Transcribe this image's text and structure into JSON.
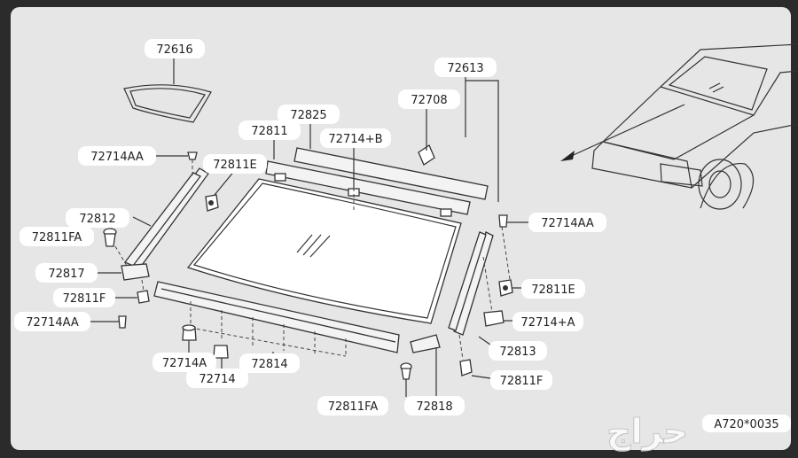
{
  "diagram": {
    "labels": {
      "p72616": "72616",
      "p72613": "72613",
      "p72708": "72708",
      "p72825": "72825",
      "p72811": "72811",
      "p72714B": "72714+B",
      "p72714AA_1": "72714AA",
      "p72811E_1": "72811E",
      "p72812": "72812",
      "p72811FA_1": "72811FA",
      "p72817": "72817",
      "p72811F_1": "72811F",
      "p72714AA_2": "72714AA",
      "p72714A_L": "72714A",
      "p72714": "72714",
      "p72814": "72814",
      "p72714AA_3": "72714AA",
      "p72811E_2": "72811E",
      "p72714A_R": "72714+A",
      "p72813": "72813",
      "p72811F_2": "72811F",
      "p72811FA_2": "72811FA",
      "p72818": "72818"
    },
    "figure_code": "A720*0035",
    "watermark": "حراج"
  }
}
